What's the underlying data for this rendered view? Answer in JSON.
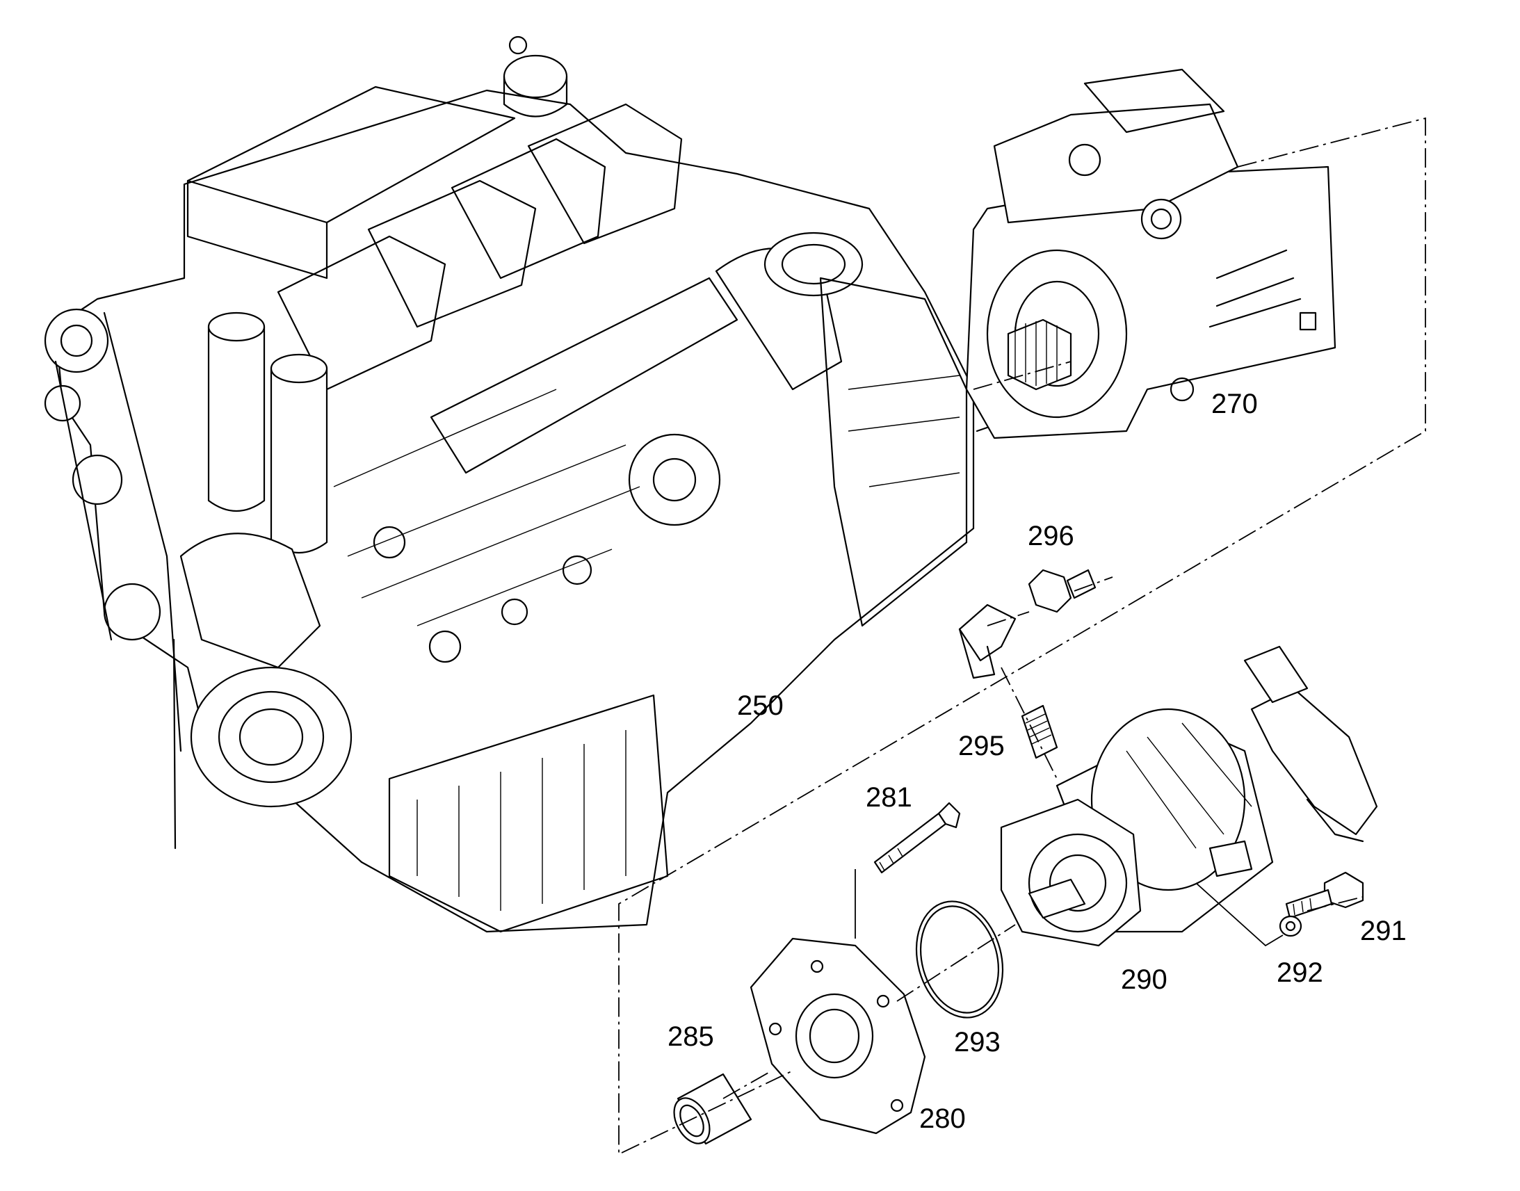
{
  "callouts": {
    "c250": "250",
    "c270": "270",
    "c280": "280",
    "c281": "281",
    "c285": "285",
    "c290": "290",
    "c291": "291",
    "c292": "292",
    "c293": "293",
    "c295": "295",
    "c296": "296"
  },
  "colors": {
    "ink": "#000000",
    "background": "#ffffff"
  }
}
